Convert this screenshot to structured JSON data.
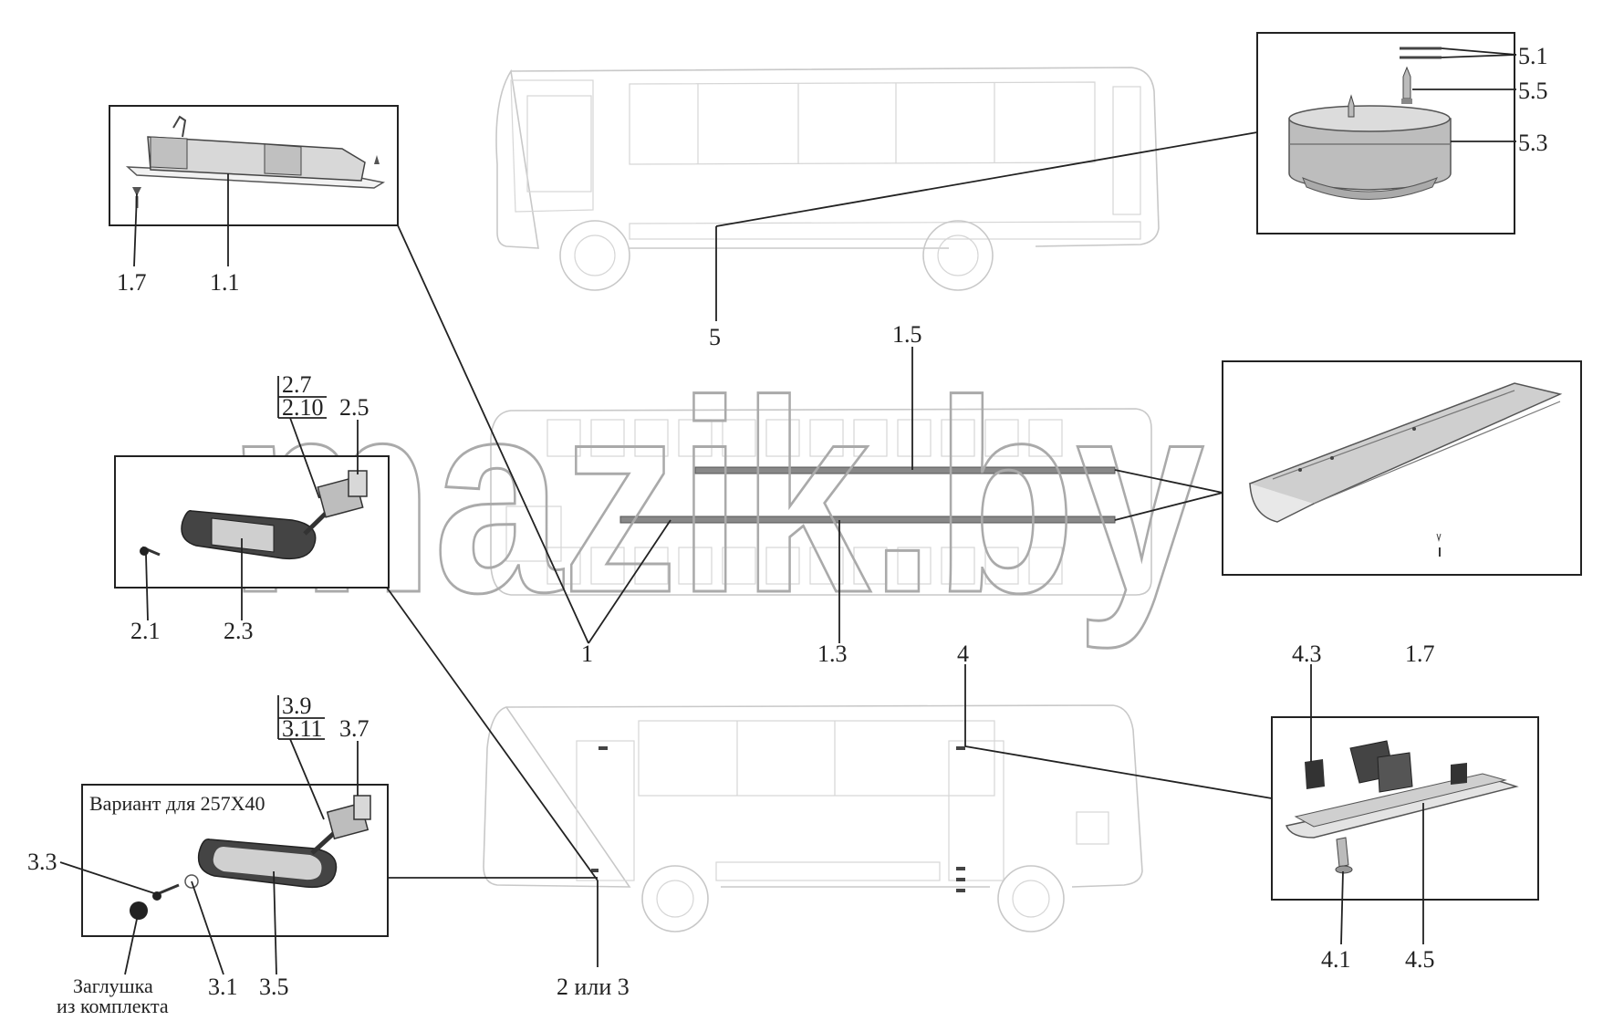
{
  "watermark": "mazik.by",
  "variant_note": "Вариант для 257Х40",
  "plug_note_line1": "Заглушка",
  "plug_note_line2": "из комплекта",
  "labels": {
    "l_1_7_top": "1.7",
    "l_1_1": "1.1",
    "l_5": "5",
    "l_5_1": "5.1",
    "l_5_5": "5.5",
    "l_5_3": "5.3",
    "l_1_5": "1.5",
    "l_1_3": "1.3",
    "l_1": "1",
    "l_4": "4",
    "l_1_7_right": "1.7",
    "l_2_7": "2.7",
    "l_2_10": "2.10",
    "l_2_5": "2.5",
    "l_2_1": "2.1",
    "l_2_3": "2.3",
    "l_3_9": "3.9",
    "l_3_11": "3.11",
    "l_3_7": "3.7",
    "l_3_3": "3.3",
    "l_3_1": "3.1",
    "l_3_5": "3.5",
    "l_2_or_3": "2 или 3",
    "l_4_3": "4.3",
    "l_4_1": "4.1",
    "l_4_5": "4.5"
  }
}
